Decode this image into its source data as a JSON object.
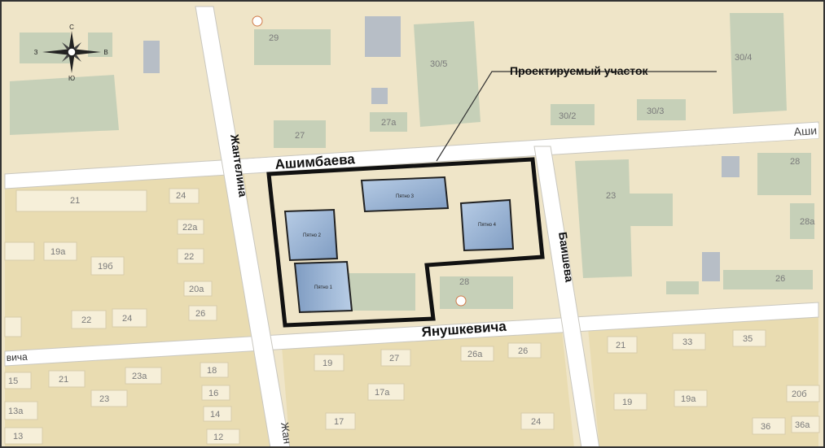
{
  "map": {
    "colors": {
      "block": "#efe5c8",
      "block_dark": "#e8dcb6",
      "road": "#ffffff",
      "road_edge": "#c9c7bf",
      "building": "#c6d0b8",
      "building_dark": "#b3bea6",
      "gray_building": "#b7bec6",
      "project_fill": "#9fb8d6",
      "project_outline": "#111111",
      "label": "#777777"
    },
    "compass": {
      "north": "С",
      "south": "Ю",
      "west": "З",
      "east": "В"
    },
    "annotation": "Проектируемый участок",
    "streets": {
      "ashimbaeva": "Ашимбаева",
      "ashimbaeva_right": "Аши",
      "zhantelina": "Жантелина",
      "zhantelina_bottom": "Жан",
      "baisheva": "Баишева",
      "yanushkevicha": "Янушкевича",
      "yanushkevicha_left": "вича"
    },
    "projected_buildings": {
      "b1": "Пятно 1",
      "b2": "Пятно 2",
      "b3": "Пятно 3",
      "b4": "Пятно 4"
    },
    "house_numbers": {
      "h29": "29",
      "h30_5": "30/5",
      "h30_4": "30/4",
      "h30_2": "30/2",
      "h30_3": "30/3",
      "h27": "27",
      "h27a": "27а",
      "h28_ne": "28",
      "h23": "23",
      "h28a": "28а",
      "h26_e": "26",
      "h21_w": "21",
      "h24_w": "24",
      "h22a": "22а",
      "h22": "22",
      "h19a_w": "19а",
      "h19b": "19б",
      "h20a": "20а",
      "h26_w": "26",
      "h22_s": "22",
      "h24_s": "24",
      "h28_mid": "28",
      "h15": "15",
      "h21_sw": "21",
      "h23a": "23а",
      "h18": "18",
      "h16": "16",
      "h23_sw": "23",
      "h13a": "13а",
      "h14": "14",
      "h13": "13",
      "h12": "12",
      "h19_s": "19",
      "h27_s": "27",
      "h26a": "26а",
      "h26_s": "26",
      "h17a": "17а",
      "h17": "17",
      "h24_s2": "24",
      "h21_se": "21",
      "h33": "33",
      "h35": "35",
      "h19_se": "19",
      "h19a_se": "19а",
      "h20b": "20б",
      "h36": "36",
      "h36a": "36а"
    }
  }
}
